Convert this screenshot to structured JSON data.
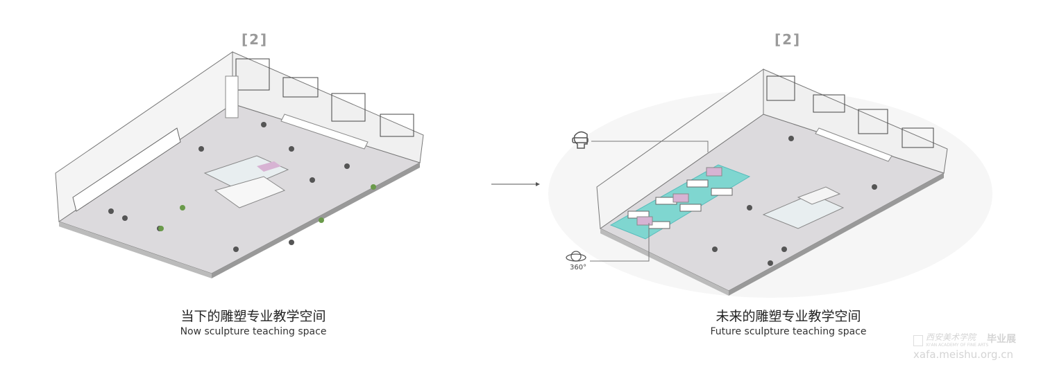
{
  "left_panel": {
    "badge": "[2]",
    "caption_zh": "当下的雕塑专业教学空间",
    "caption_en": "Now sculpture teaching space"
  },
  "right_panel": {
    "badge": "[2]",
    "caption_zh": "未来的雕塑专业教学空间",
    "caption_en": "Future sculpture teaching space",
    "icon_vr": "vr-headset-icon",
    "icon_360_label": "360°"
  },
  "watermark": {
    "name_zh": "西安美术学院",
    "name_en": "XI'AN ACADEMY OF FINE ARTS",
    "event": "毕业展",
    "url": "xafa.meishu.org.cn"
  },
  "colors": {
    "floor": "#dcdadd",
    "accent_cyan": "#7fd6d0",
    "accent_pink": "#d7b3d3"
  }
}
